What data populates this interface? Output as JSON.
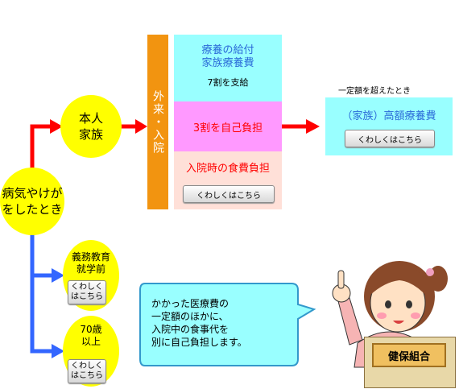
{
  "start": {
    "label_line1": "病気やけが",
    "label_line2": "をしたとき"
  },
  "person": {
    "label_line1": "本人",
    "label_line2": "家族"
  },
  "outpatient_bar": {
    "label": "外来・入院"
  },
  "benefit": {
    "title_line1": "療養の給付",
    "title_line2": "家族療養費",
    "sub": "7割を支給"
  },
  "self_pay": {
    "label": "3割を自己負担"
  },
  "meal": {
    "label": "入院時の食費負担",
    "button": "くわしくはこちら"
  },
  "threshold_note": "一定額を超えたとき",
  "high_cost": {
    "title": "（家族）高額療養費",
    "button": "くわしくはこちら"
  },
  "preschool": {
    "line1": "義務教育",
    "line2": "就学前",
    "button_line1": "くわしく",
    "button_line2": "はこちら"
  },
  "over70": {
    "line1": "70歳",
    "line2": "以上",
    "button_line1": "くわしく",
    "button_line2": "はこちら"
  },
  "speech": {
    "line1": "かかった医療費の",
    "line2": "一定額のほかに、",
    "line3": "入院中の食事代を",
    "line4": "別に自己負担します。"
  },
  "sign": "健保組合",
  "colors": {
    "red": "#ff0000",
    "blue": "#3366ff",
    "yellow": "#ffff00",
    "orange": "#f29410",
    "cyan": "#99ffff",
    "pink": "#ff99ff",
    "peach": "#ffe0d8",
    "sign": "#f0c060"
  }
}
